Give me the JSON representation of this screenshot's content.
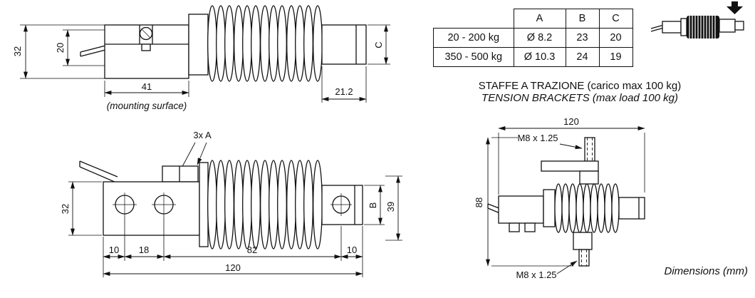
{
  "table": {
    "col_headers": [
      "A",
      "B",
      "C"
    ],
    "rows": [
      [
        "20 - 200 kg",
        "Ø 8.2",
        "23",
        "20"
      ],
      [
        "350 - 500 kg",
        "Ø 10.3",
        "24",
        "19"
      ]
    ]
  },
  "notes": {
    "bracket_title_it": "STAFFE A TRAZIONE (carico max 100 kg)",
    "bracket_title_en": "TENSION BRACKETS (max load 100 kg)",
    "units_note": "Dimensions (mm)"
  },
  "side_view": {
    "height_total": "32",
    "height_partial": "20",
    "mounting_length": "41",
    "mounting_caption": "(mounting surface)",
    "end_length": "21.2",
    "end_height": "C"
  },
  "top_view": {
    "holes_label": "3x A",
    "body_width": "32",
    "end_width": "B",
    "bellows_width": "39",
    "d1": "10",
    "d2": "18",
    "d3": "82",
    "d4": "10",
    "total_length": "120"
  },
  "bracket_view": {
    "total_length": "120",
    "stud_spacing": "88",
    "thread_top": "M8 x 1.25",
    "thread_bottom": "M8 x 1.25"
  }
}
